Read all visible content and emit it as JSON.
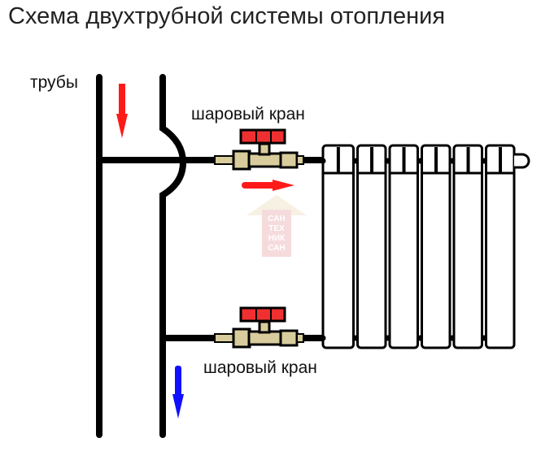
{
  "title": "Схема двухтрубной системы отопления",
  "labels": {
    "pipes": "трубы",
    "valve_top": "шаровый кран",
    "valve_bottom": "шаровый кран"
  },
  "watermark": "САНТЕХНИКСАН",
  "colors": {
    "pipe": "#000000",
    "valve_body": "#d8cc9c",
    "valve_handle": "#f03030",
    "hot_arrow": "#ff1a1a",
    "return_arrow": "#1010ff"
  },
  "radiator": {
    "sections": 6
  }
}
